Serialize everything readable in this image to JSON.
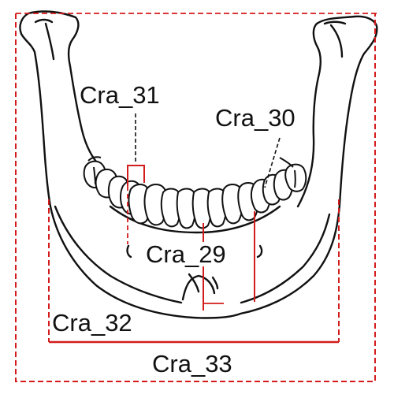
{
  "figure": {
    "measurements": [
      {
        "id": "cra29",
        "label": "Cra_29"
      },
      {
        "id": "cra30",
        "label": "Cra_30"
      },
      {
        "id": "cra31",
        "label": "Cra_31"
      },
      {
        "id": "cra32",
        "label": "Cra_32"
      },
      {
        "id": "cra33",
        "label": "Cra_33"
      }
    ],
    "colors": {
      "outline": "#111111",
      "measure_line": "#d31c1c",
      "leader_line": "#111111",
      "background": "#ffffff"
    }
  }
}
